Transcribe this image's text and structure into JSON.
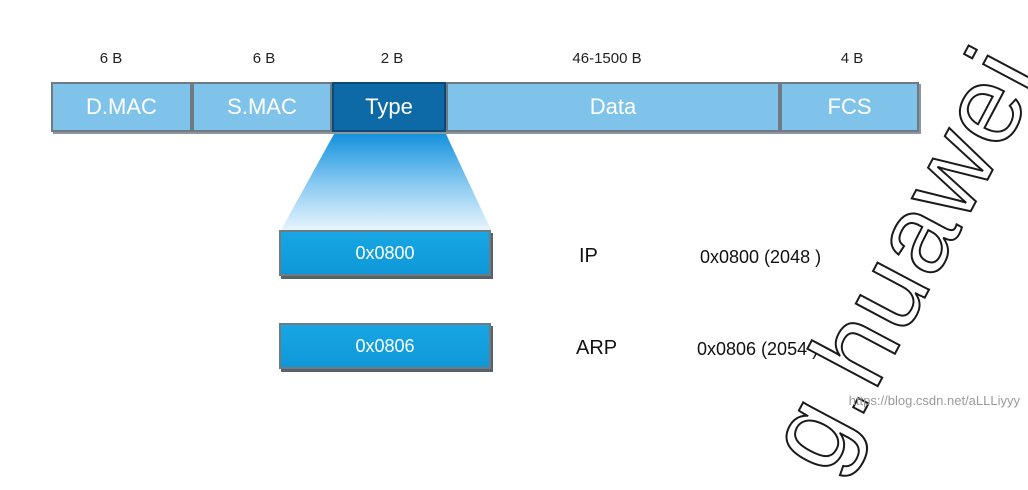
{
  "sizes": {
    "dmac": "6 B",
    "smac": "6 B",
    "type": "2 B",
    "data": "46-1500 B",
    "fcs": "4 B"
  },
  "fields": {
    "dmac": "D.MAC",
    "smac": "S.MAC",
    "type": "Type",
    "data": "Data",
    "fcs": "FCS"
  },
  "type_values": [
    {
      "code": "0x0800",
      "protocol": "IP",
      "value": "0x0800 (2048 )"
    },
    {
      "code": "0x0806",
      "protocol": "ARP",
      "value": "0x0806 (2054 )"
    }
  ],
  "watermark": "g.huawei",
  "url_watermark": "https://blog.csdn.net/aLLLiyyy",
  "colors": {
    "field_light": "#7fc3ea",
    "field_type": "#0e6aa6",
    "code_box": "#17a6e3",
    "border": "#6f7a82"
  }
}
